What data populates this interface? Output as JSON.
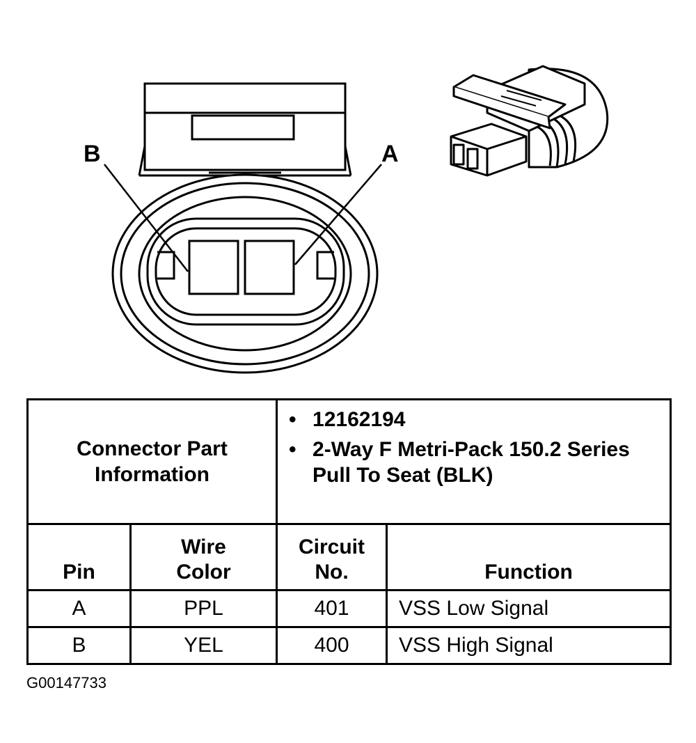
{
  "diagram": {
    "pin_labels": {
      "b": "B",
      "a": "A"
    }
  },
  "connector_info": {
    "label_lines": [
      "Connector Part",
      "Information"
    ],
    "items": [
      "12162194",
      "2-Way F Metri-Pack 150.2 Series Pull To Seat (BLK)"
    ]
  },
  "pin_table": {
    "headers": {
      "pin": [
        "Pin"
      ],
      "wire_color": [
        "Wire",
        "Color"
      ],
      "circuit_no": [
        "Circuit",
        "No."
      ],
      "function": [
        "Function"
      ]
    },
    "rows": [
      {
        "pin": "A",
        "wire_color": "PPL",
        "circuit_no": "401",
        "function": "VSS Low Signal"
      },
      {
        "pin": "B",
        "wire_color": "YEL",
        "circuit_no": "400",
        "function": "VSS High Signal"
      }
    ]
  },
  "figure_id": "G00147733"
}
